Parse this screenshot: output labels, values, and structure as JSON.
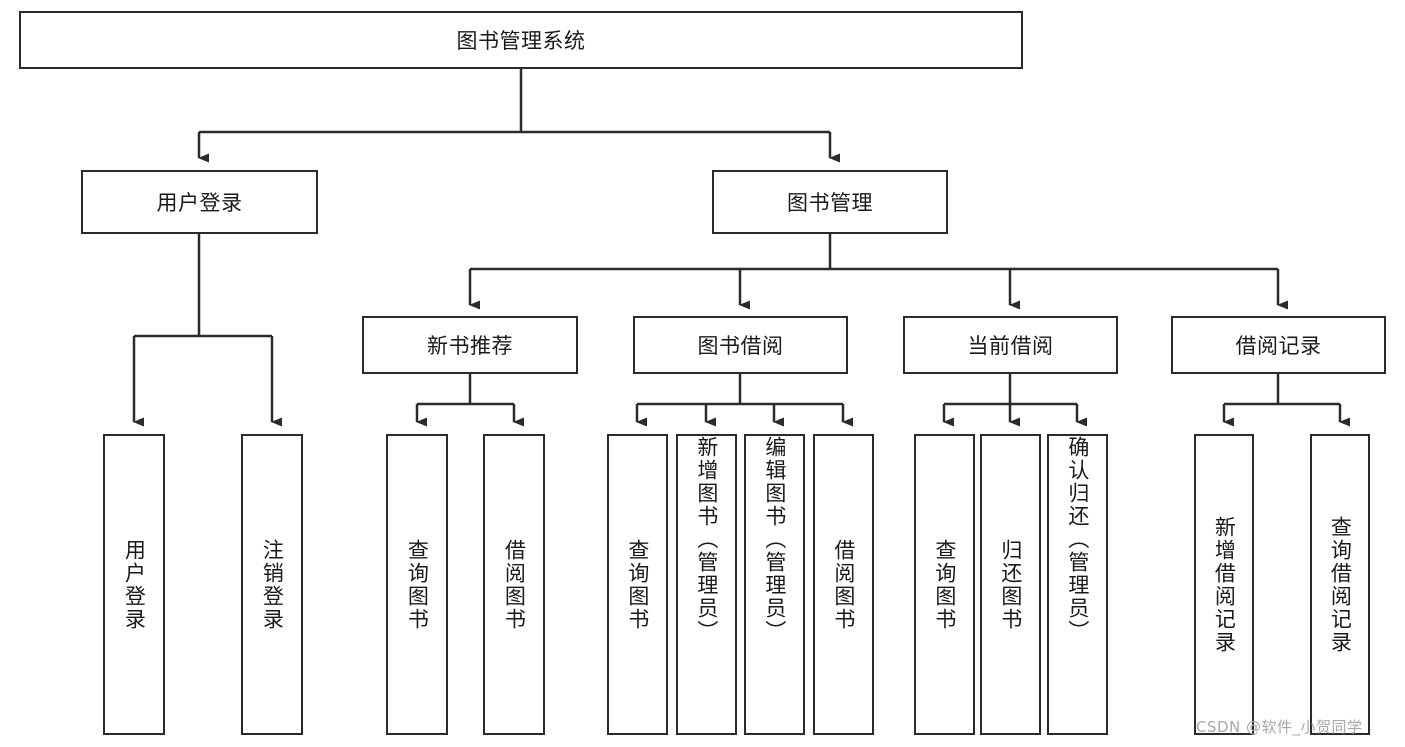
{
  "diagram": {
    "type": "tree-hierarchy-chart",
    "title": "图书管理系统",
    "orientation": "top-down",
    "line_color": "#2b2b2b",
    "box_fill": "#ffffff",
    "text_color": "#1a1a1a"
  },
  "nodes": {
    "root": {
      "label": "图书管理系统"
    },
    "level2": [
      {
        "label": "用户登录"
      },
      {
        "label": "图书管理"
      }
    ],
    "level3": [
      {
        "label": "新书推荐"
      },
      {
        "label": "图书借阅"
      },
      {
        "label": "当前借阅"
      },
      {
        "label": "借阅记录"
      }
    ],
    "leaves_user_login": [
      {
        "label": "用户登录"
      },
      {
        "label": "注销登录"
      }
    ],
    "leaves_new_book": [
      {
        "label": "查询图书"
      },
      {
        "label": "借阅图书"
      }
    ],
    "leaves_borrow": [
      {
        "label": "查询图书"
      },
      {
        "label": "新增图书（管理员）"
      },
      {
        "label": "编辑图书（管理员）"
      },
      {
        "label": "借阅图书"
      }
    ],
    "leaves_current": [
      {
        "label": "查询图书"
      },
      {
        "label": "归还图书"
      },
      {
        "label": "确认归还（管理员）"
      }
    ],
    "leaves_records": [
      {
        "label": "新增借阅记录"
      },
      {
        "label": "查询借阅记录"
      }
    ]
  },
  "watermark": {
    "text": "CSDN @软件_小贺同学"
  }
}
